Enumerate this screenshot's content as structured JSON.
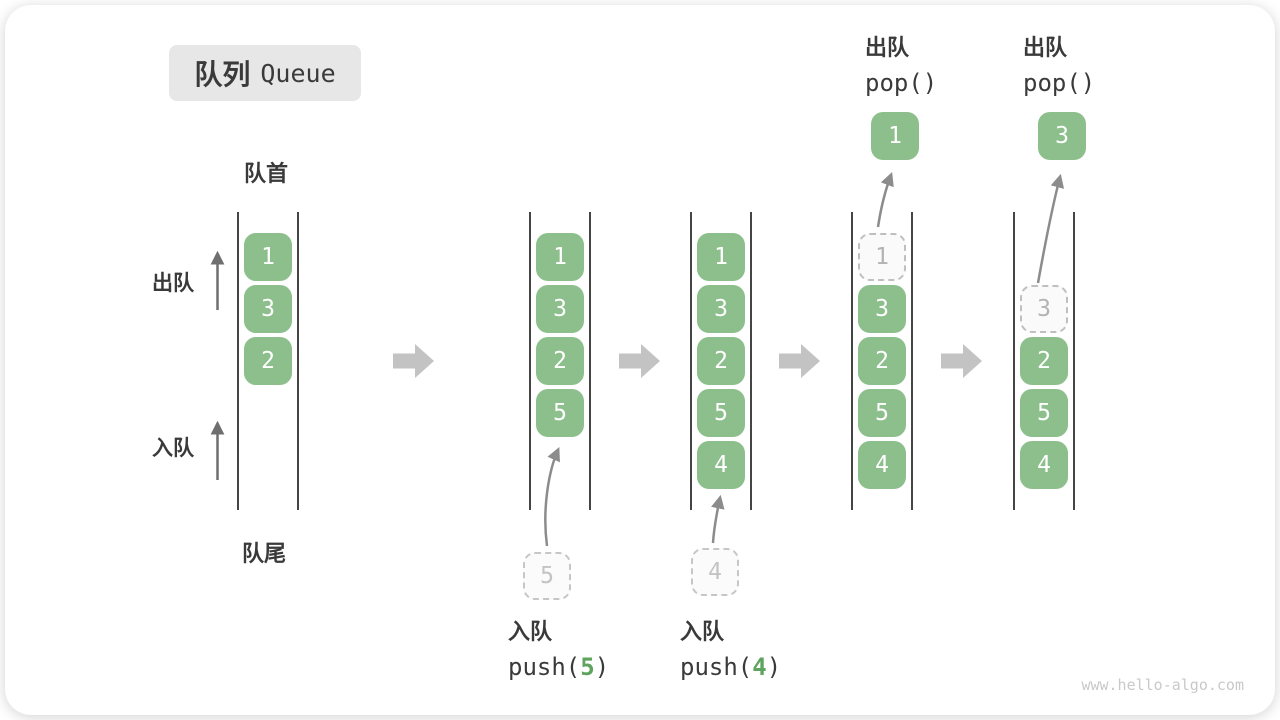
{
  "title": {
    "zh": "队列",
    "en": "Queue"
  },
  "labels": {
    "front": "队首",
    "rear": "队尾",
    "dequeue": "出队",
    "enqueue": "入队"
  },
  "ops": [
    {
      "label": "入队",
      "fn_open": "push(",
      "arg": "5",
      "fn_close": ")"
    },
    {
      "label": "入队",
      "fn_open": "push(",
      "arg": "4",
      "fn_close": ")"
    },
    {
      "label": "出队",
      "fn": "pop()"
    },
    {
      "label": "出队",
      "fn": "pop()"
    }
  ],
  "queue_states": [
    {
      "name": "initial",
      "start_row": 0,
      "cells": [
        {
          "value": "1",
          "style": "solid"
        },
        {
          "value": "3",
          "style": "solid"
        },
        {
          "value": "2",
          "style": "solid"
        }
      ]
    },
    {
      "name": "after-push-5",
      "start_row": 0,
      "cells": [
        {
          "value": "1",
          "style": "solid"
        },
        {
          "value": "3",
          "style": "solid"
        },
        {
          "value": "2",
          "style": "solid"
        },
        {
          "value": "5",
          "style": "solid"
        }
      ],
      "staged": {
        "value": "5"
      }
    },
    {
      "name": "after-push-4",
      "start_row": 0,
      "cells": [
        {
          "value": "1",
          "style": "solid"
        },
        {
          "value": "3",
          "style": "solid"
        },
        {
          "value": "2",
          "style": "solid"
        },
        {
          "value": "5",
          "style": "solid"
        },
        {
          "value": "4",
          "style": "solid"
        }
      ],
      "staged": {
        "value": "4"
      }
    },
    {
      "name": "after-pop-1",
      "start_row": 0,
      "cells": [
        {
          "value": "1",
          "style": "dashed"
        },
        {
          "value": "3",
          "style": "solid"
        },
        {
          "value": "2",
          "style": "solid"
        },
        {
          "value": "5",
          "style": "solid"
        },
        {
          "value": "4",
          "style": "solid"
        }
      ],
      "popped": {
        "value": "1"
      }
    },
    {
      "name": "after-pop-3",
      "start_row": 1,
      "cells": [
        {
          "value": "3",
          "style": "dashed"
        },
        {
          "value": "2",
          "style": "solid"
        },
        {
          "value": "5",
          "style": "solid"
        },
        {
          "value": "4",
          "style": "solid"
        }
      ],
      "popped": {
        "value": "3"
      }
    }
  ],
  "watermark": "www.hello-algo.com",
  "colors": {
    "box_green": "#8dbf8d",
    "code_arg_green": "#5ea35e",
    "title_bg": "#e7e7e7",
    "text_dark": "#3a3a3a",
    "thin_arrow_gray": "#7a7a7a",
    "block_arrow_gray": "#c3c3c3",
    "dashed_border_gray": "#bfbfbf"
  }
}
